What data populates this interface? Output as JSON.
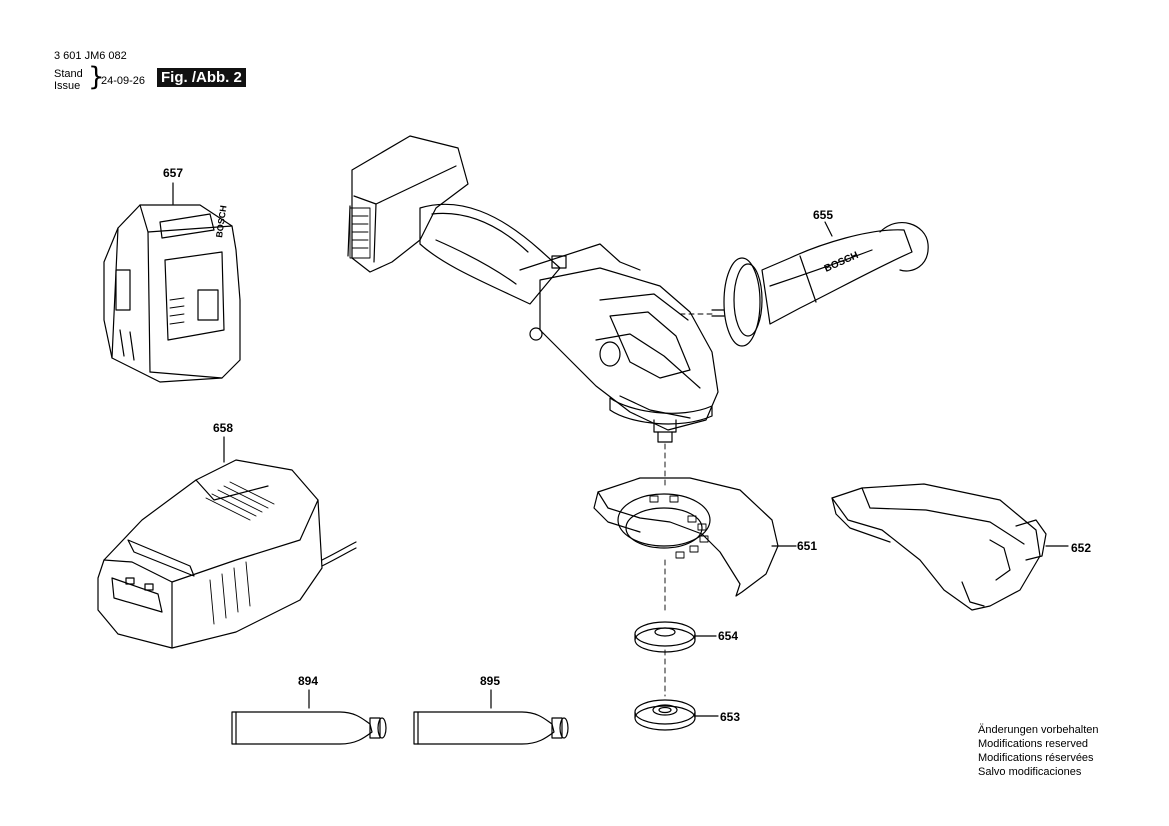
{
  "header": {
    "doc_number": "3 601 JM6 082",
    "stand_label": "Stand",
    "issue_label": "Issue",
    "brace": "}",
    "date": "24-09-26",
    "figure_label": "Fig. /Abb. 2"
  },
  "parts": {
    "p657": "657",
    "p658": "658",
    "p655": "655",
    "p651": "651",
    "p652": "652",
    "p654": "654",
    "p653": "653",
    "p894": "894",
    "p895": "895"
  },
  "brand_logo_text": "BOSCH",
  "notes": [
    "Änderungen vorbehalten",
    "Modifications reserved",
    "Modifications réservées",
    "Salvo modificaciones"
  ]
}
